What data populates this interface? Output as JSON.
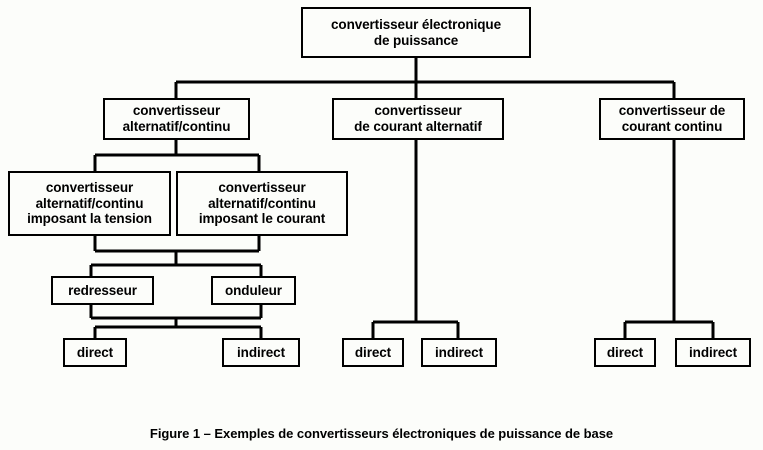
{
  "figure": {
    "caption": "Figure 1 – Exemples de convertisseurs électroniques de puissance de base",
    "background_color": "#fcfdfa",
    "line_color": "#000000",
    "box_fill_color": "#fcfdfa"
  },
  "nodes": {
    "root": {
      "label": "convertisseur électronique\nde puissance"
    },
    "branch_ac_dc": {
      "label": "convertisseur\nalternatif/continu"
    },
    "branch_ac": {
      "label": "convertisseur\nde courant alternatif"
    },
    "branch_dc": {
      "label": "convertisseur de\ncourant continu"
    },
    "ac_dc_voltage": {
      "label": "convertisseur\nalternatif/continu\nimposant la tension"
    },
    "ac_dc_current": {
      "label": "convertisseur\nalternatif/continu\nimposant le courant"
    },
    "rectifier": {
      "label": "redresseur"
    },
    "inverter": {
      "label": "onduleur"
    },
    "ac_dc_direct": {
      "label": "direct"
    },
    "ac_dc_indirect": {
      "label": "indirect"
    },
    "ac_direct": {
      "label": "direct"
    },
    "ac_indirect": {
      "label": "indirect"
    },
    "dc_direct": {
      "label": "direct"
    },
    "dc_indirect": {
      "label": "indirect"
    }
  },
  "tree_structure": {
    "type": "hierarchy",
    "levels": 5,
    "edges": [
      [
        "root",
        "branch_ac_dc"
      ],
      [
        "root",
        "branch_ac"
      ],
      [
        "root",
        "branch_dc"
      ],
      [
        "branch_ac_dc",
        "ac_dc_voltage"
      ],
      [
        "branch_ac_dc",
        "ac_dc_current"
      ],
      [
        "ac_dc_voltage",
        "rectifier"
      ],
      [
        "ac_dc_voltage",
        "inverter"
      ],
      [
        "ac_dc_current",
        "rectifier"
      ],
      [
        "ac_dc_current",
        "inverter"
      ],
      [
        "rectifier",
        "ac_dc_direct"
      ],
      [
        "rectifier",
        "ac_dc_indirect"
      ],
      [
        "inverter",
        "ac_dc_direct"
      ],
      [
        "inverter",
        "ac_dc_indirect"
      ],
      [
        "branch_ac",
        "ac_direct"
      ],
      [
        "branch_ac",
        "ac_indirect"
      ],
      [
        "branch_dc",
        "dc_direct"
      ],
      [
        "branch_dc",
        "dc_indirect"
      ]
    ]
  }
}
